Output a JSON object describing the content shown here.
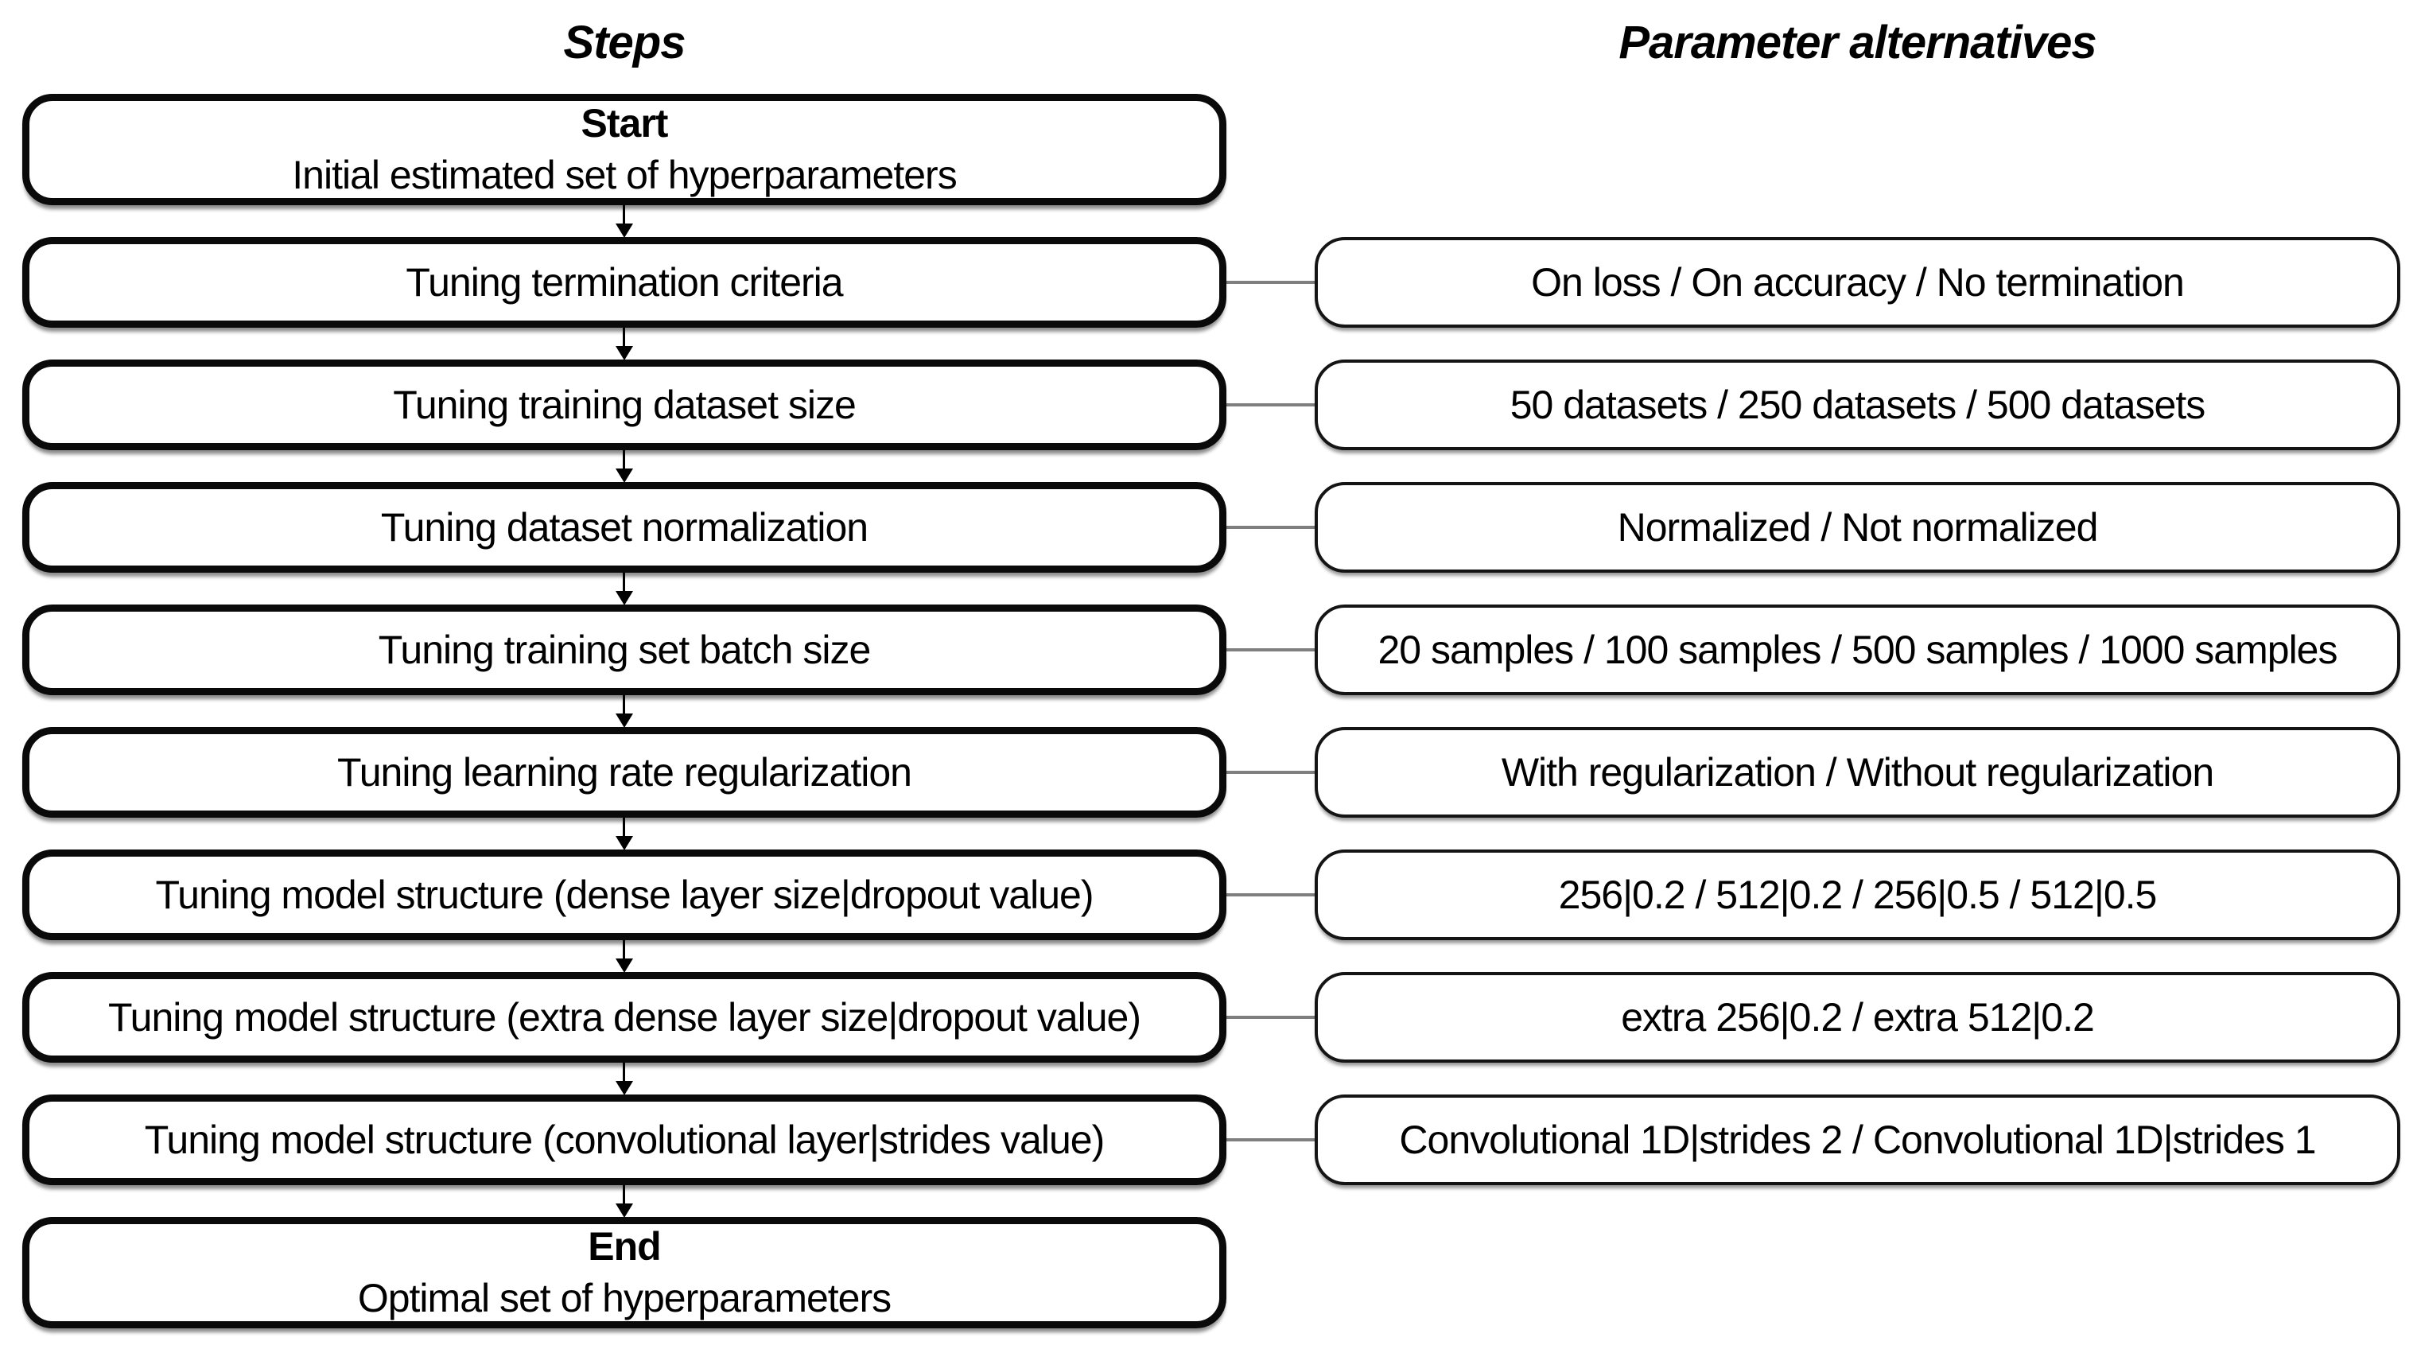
{
  "headers": {
    "steps": "Steps",
    "alternatives": "Parameter alternatives"
  },
  "start": {
    "title": "Start",
    "subtitle": "Initial estimated set of hyperparameters"
  },
  "end": {
    "title": "End",
    "subtitle": "Optimal set of hyperparameters"
  },
  "steps": [
    {
      "label": "Tuning termination criteria",
      "alternatives": "On loss / On accuracy / No termination"
    },
    {
      "label": "Tuning training dataset size",
      "alternatives": "50 datasets / 250 datasets / 500 datasets"
    },
    {
      "label": "Tuning dataset normalization",
      "alternatives": "Normalized / Not normalized"
    },
    {
      "label": "Tuning training set batch size",
      "alternatives": "20 samples / 100 samples / 500 samples / 1000 samples"
    },
    {
      "label": "Tuning learning rate regularization",
      "alternatives": "With regularization / Without regularization"
    },
    {
      "label": "Tuning model structure (dense layer size|dropout value)",
      "alternatives": "256|0.2 / 512|0.2 / 256|0.5 / 512|0.5"
    },
    {
      "label": "Tuning model structure (extra dense layer size|dropout value)",
      "alternatives": "extra 256|0.2 / extra 512|0.2"
    },
    {
      "label": "Tuning model structure (convolutional layer|strides value)",
      "alternatives": "Convolutional 1D|strides 2 / Convolutional 1D|strides 1"
    }
  ],
  "colors": {
    "box_border": "#000000",
    "connector_gray": "#7f7f7f",
    "background": "#ffffff",
    "text": "#000000"
  }
}
